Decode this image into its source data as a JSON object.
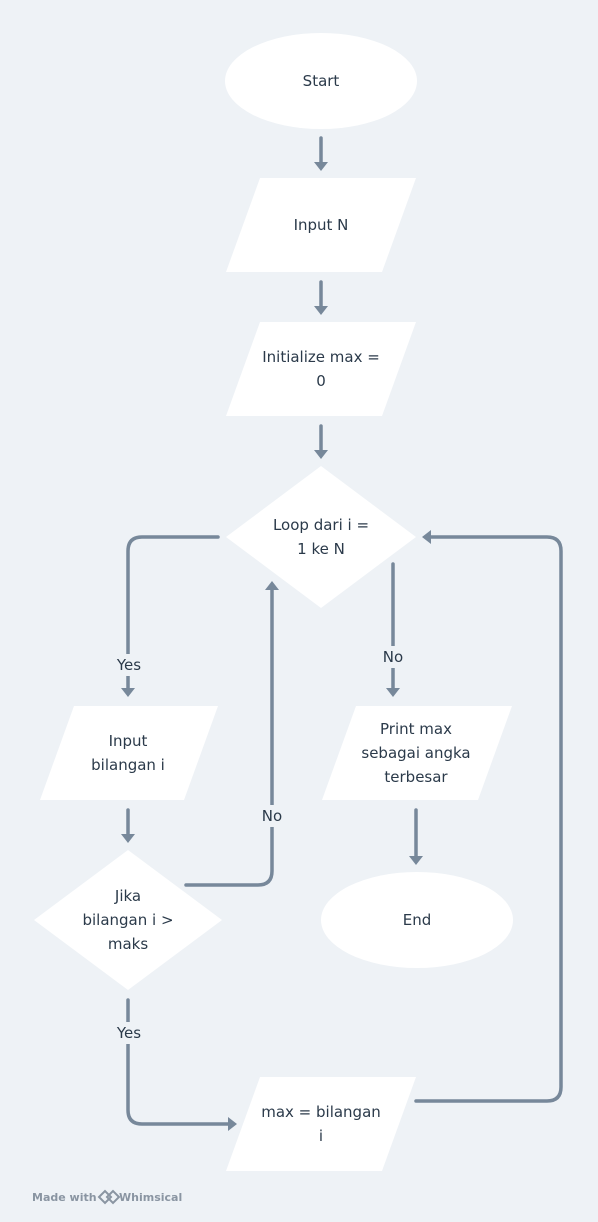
{
  "nodes": {
    "start": {
      "label": [
        "Start"
      ]
    },
    "input_n": {
      "label": [
        "Input N"
      ]
    },
    "init_max": {
      "label": [
        "Initialize max =",
        "0"
      ]
    },
    "loop": {
      "label": [
        "Loop dari i =",
        "1 ke N"
      ]
    },
    "input_bilangan": {
      "label": [
        "Input",
        "bilangan i"
      ]
    },
    "check": {
      "label": [
        "Jika",
        "bilangan i >",
        "maks"
      ]
    },
    "print_max": {
      "label": [
        "Print max",
        "sebagai angka",
        "terbesar"
      ]
    },
    "end": {
      "label": [
        "End"
      ]
    },
    "assign_max": {
      "label": [
        "max = bilangan",
        "i"
      ]
    }
  },
  "edges": {
    "loop_yes": {
      "label": "Yes"
    },
    "loop_no": {
      "label": "No"
    },
    "check_no": {
      "label": "No"
    },
    "check_yes": {
      "label": "Yes"
    }
  },
  "footer": {
    "made_with": "Made with",
    "brand": "Whimsical"
  },
  "colors": {
    "background": "#eef2f6",
    "shape_fill": "#ffffff",
    "connector": "#77889a",
    "text": "#2b3a4a"
  }
}
